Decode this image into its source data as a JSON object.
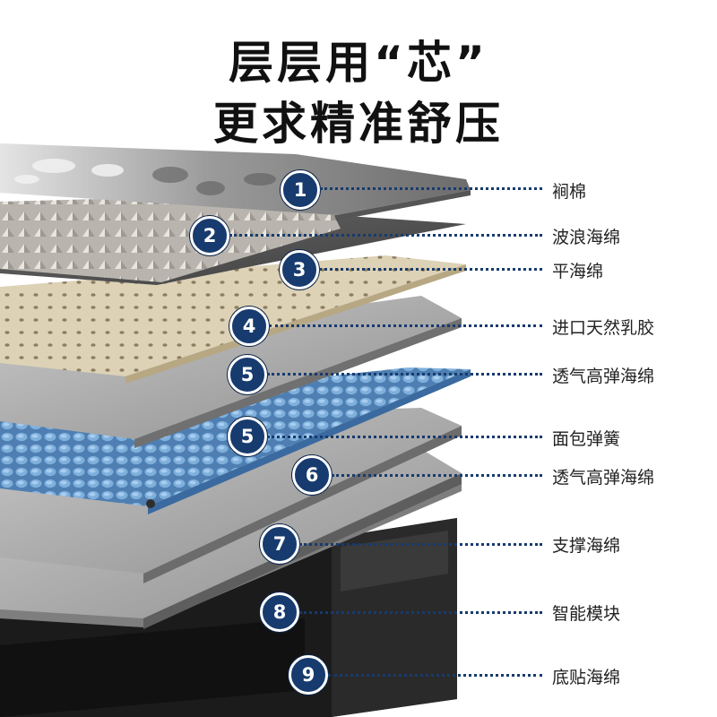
{
  "title": {
    "line1": "层层用“芯”",
    "line2": "更求精准舒压"
  },
  "colors": {
    "badge": "#173b6e",
    "leader": "#173b6e",
    "latex": "#d8ccb0",
    "blue_foam": "#6f9dcc",
    "gray_foam": "#9a9a9a",
    "base": "#1d1d1d"
  },
  "layers": [
    {
      "number": "1",
      "label": "裥棉"
    },
    {
      "number": "2",
      "label": "波浪海绵"
    },
    {
      "number": "3",
      "label": "平海绵"
    },
    {
      "number": "4",
      "label": "进口天然乳胶"
    },
    {
      "number": "5",
      "label": "透气高弹海绵"
    },
    {
      "number": "5",
      "label": "面包弹簧"
    },
    {
      "number": "6",
      "label": "透气高弹海绵"
    },
    {
      "number": "7",
      "label": "支撑海绵"
    },
    {
      "number": "8",
      "label": "智能模块"
    },
    {
      "number": "9",
      "label": "底贴海绵"
    }
  ]
}
